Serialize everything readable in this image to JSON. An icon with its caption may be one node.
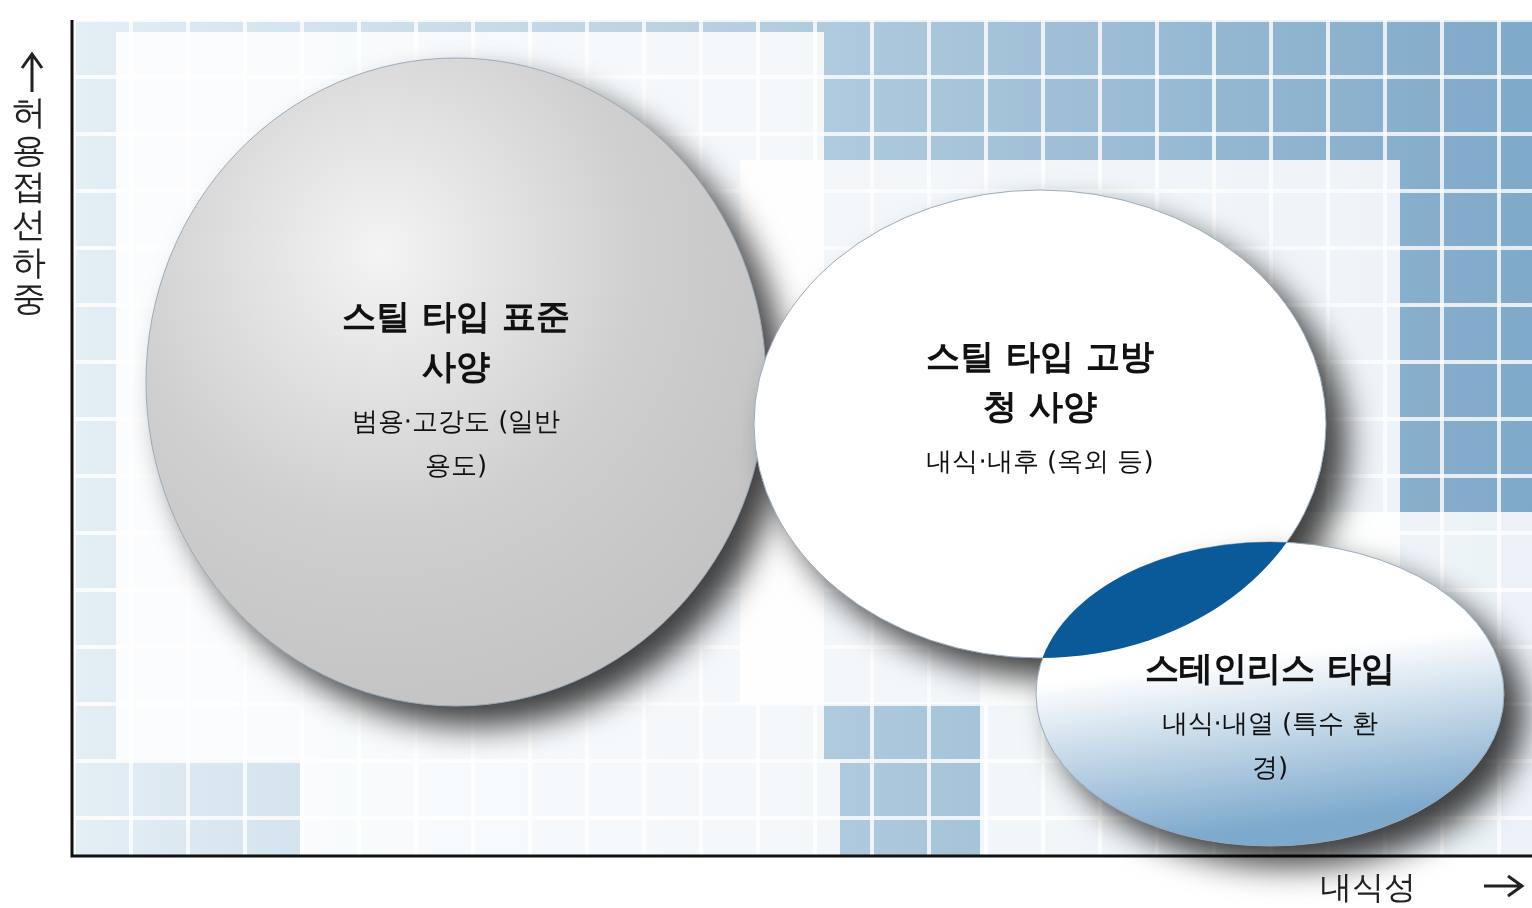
{
  "diagram": {
    "nodes": [
      {
        "text": [
          "스틸 타입 표준 사양",
          "범용·고강도 (일반 용도)"
        ]
      },
      {
        "text": [
          "스틸 타입 고방청 사양",
          "내식·내후 (옥외 등)"
        ]
      },
      {
        "text": [
          "스테인리스 타입",
          "내식·내열 (특수 환경)"
        ]
      }
    ],
    "labels": [
      "허용 접선 하중",
      "내식성"
    ]
  }
}
